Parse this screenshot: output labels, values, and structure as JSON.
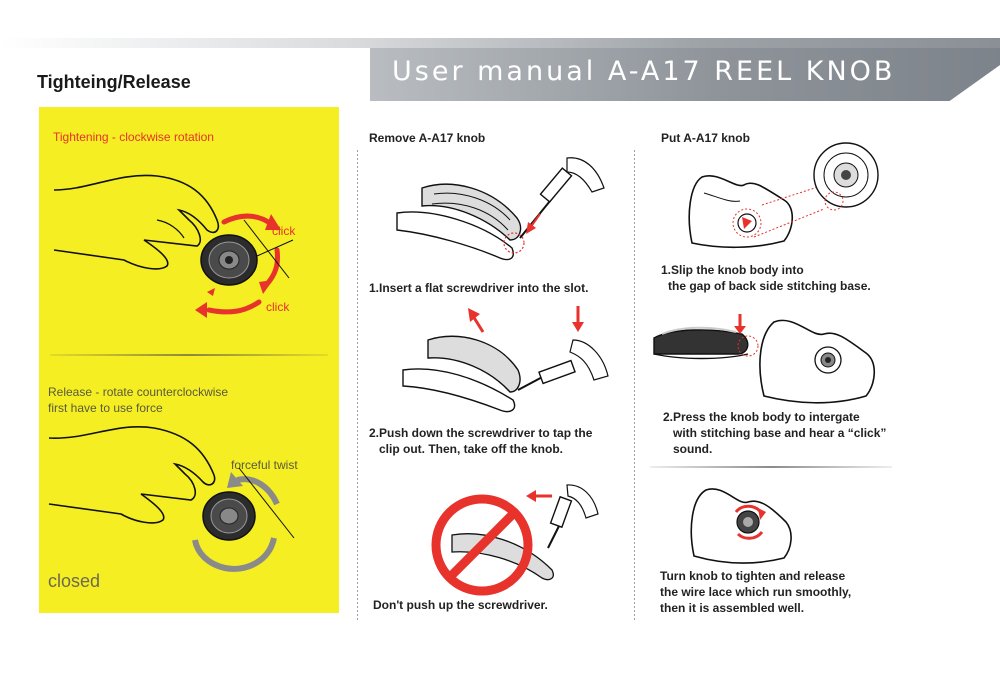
{
  "title": "User manual A-A17 REEL KNOB",
  "section_heading": "Tighteing/Release",
  "tightening": {
    "heading": "Tightening - clockwise rotation",
    "click_top": "click",
    "click_bottom": "click"
  },
  "release": {
    "line1": "Release - rotate counterclockwise",
    "line2": "first have to use force",
    "twist_label": "forceful twist",
    "closed_label": "closed"
  },
  "remove": {
    "heading": "Remove A-A17 knob",
    "step1": "1.Insert a flat screwdriver into the slot.",
    "step2_line1": "2.Push down the screwdriver to tap the",
    "step2_line2": "clip out. Then, take off the knob.",
    "warning": "Don't push up the screwdriver."
  },
  "put": {
    "heading": "Put A-A17 knob",
    "step1_line1": "1.Slip the knob body into",
    "step1_line2": "the gap of back side stitching base.",
    "step2_line1": "2.Press the knob body to intergate",
    "step2_line2": "with stitching base and hear a “click”",
    "step2_line3": "sound.",
    "final_line1": "Turn knob to tighten and release",
    "final_line2": "the wire lace which run smoothly,",
    "final_line3": "then it is assembled well."
  },
  "colors": {
    "accent_red": "#e8322c",
    "panel_yellow": "#f4ee22",
    "banner_gray": "#8e949a"
  },
  "icons": [
    "hand-knob-icon",
    "rotate-arrow-icon",
    "screwdriver-icon",
    "prohibited-icon",
    "knob-icon",
    "stitching-base-icon"
  ]
}
